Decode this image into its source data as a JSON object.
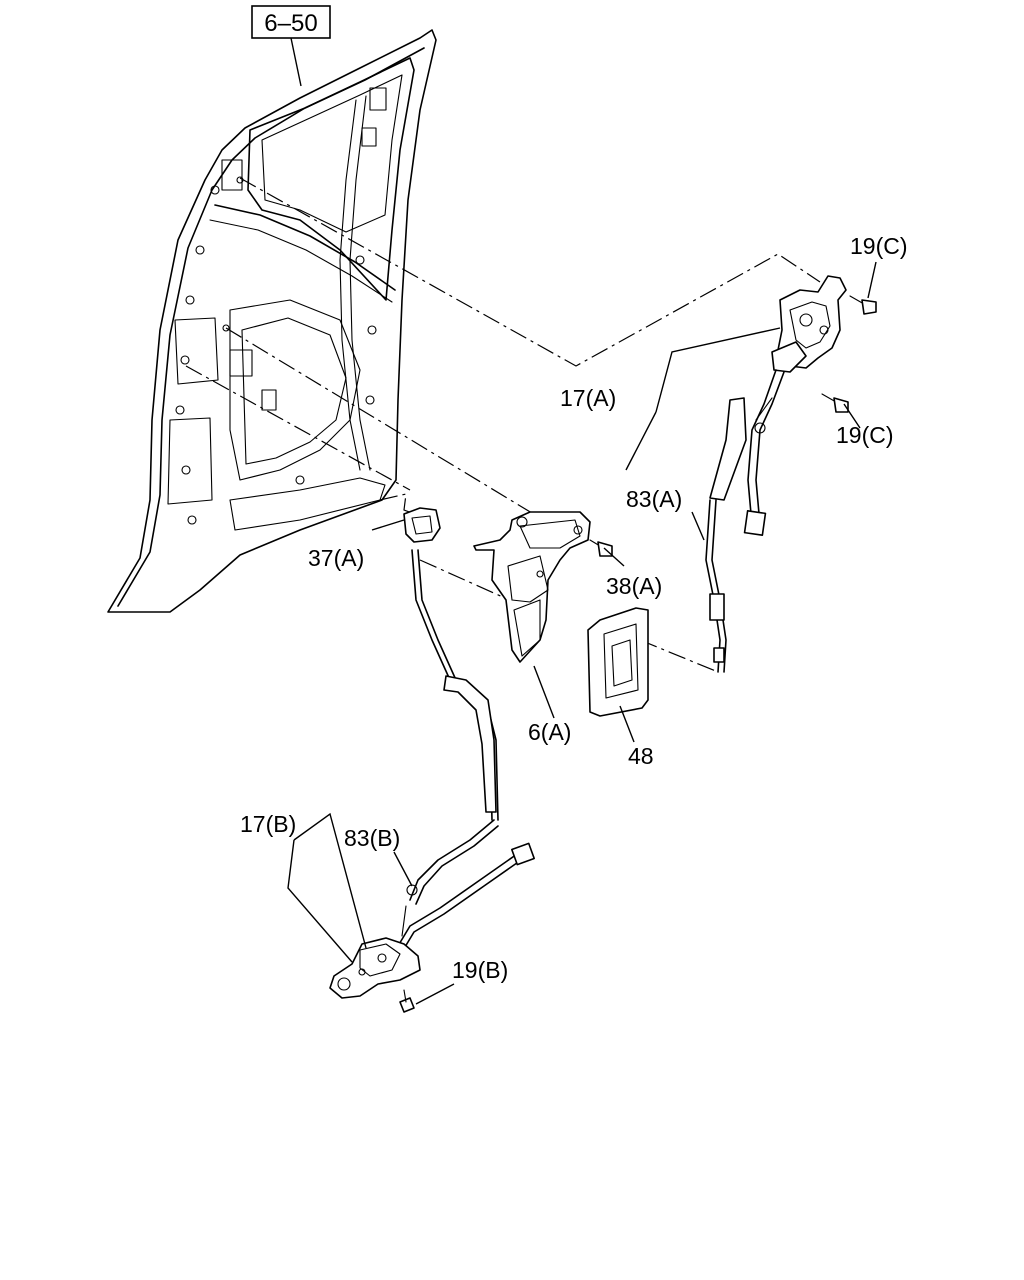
{
  "reference_box": "6–50",
  "labels": {
    "l19c_top": "19(C)",
    "l17a": "17(A)",
    "l19c_bottom": "19(C)",
    "l83a": "83(A)",
    "l37a": "37(A)",
    "l38a": "38(A)",
    "l6a": "6(A)",
    "l48": "48",
    "l17b": "17(B)",
    "l83b": "83(B)",
    "l19b": "19(B)"
  }
}
